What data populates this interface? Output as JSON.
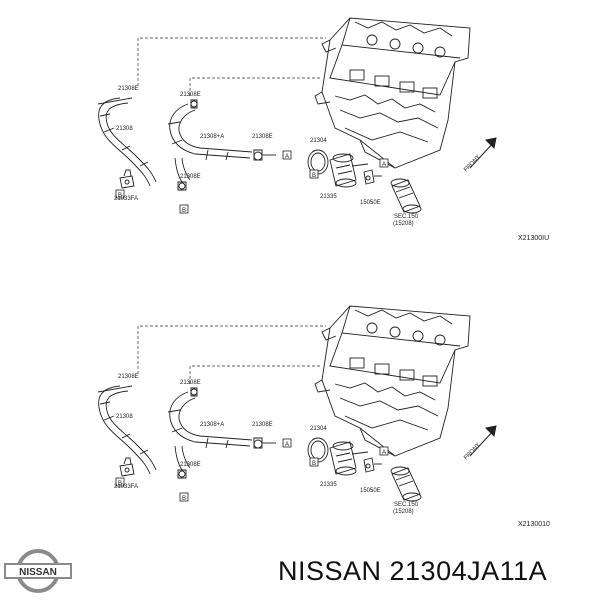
{
  "diagrams": [
    {
      "labels": {
        "hose_part_top": "21308E",
        "hose_part_mid": "21308",
        "fitting_part": "21033FA",
        "hose_a_part": "21308+A",
        "hose_clamp_top": "21308E",
        "hose_clamp_bottom": "21308E",
        "clamp_part": "21308E",
        "oil_cooler_part": "21304",
        "seal_part": "21335",
        "connector_part": "15050E",
        "filter_part": "SEC.150",
        "filter_sub": "(15208)",
        "callout_a1": "A",
        "callout_a2": "A",
        "callout_b1": "B",
        "callout_b2": "B",
        "callout_b3": "B",
        "front_label": "FRONT"
      },
      "diagram_code": "X21300IU"
    },
    {
      "labels": {
        "hose_part_top": "21308E",
        "hose_part_mid": "21308",
        "fitting_part": "21033FA",
        "hose_a_part": "21308+A",
        "hose_clamp_top": "21308E",
        "hose_clamp_bottom": "21308E",
        "clamp_part": "21308E",
        "oil_cooler_part": "21304",
        "seal_part": "21335",
        "connector_part": "15050E",
        "filter_part": "SEC.150",
        "filter_sub": "(15208)",
        "callout_a1": "A",
        "callout_a2": "A",
        "callout_b1": "B",
        "callout_b2": "B",
        "callout_b3": "B",
        "front_label": "FRONT"
      },
      "diagram_code": "X2130010"
    }
  ],
  "brand": {
    "logo_text": "NISSAN",
    "caption": "NISSAN 21304JA11A"
  },
  "colors": {
    "ink": "#222222",
    "logo_silver": "#8a8a8a"
  }
}
